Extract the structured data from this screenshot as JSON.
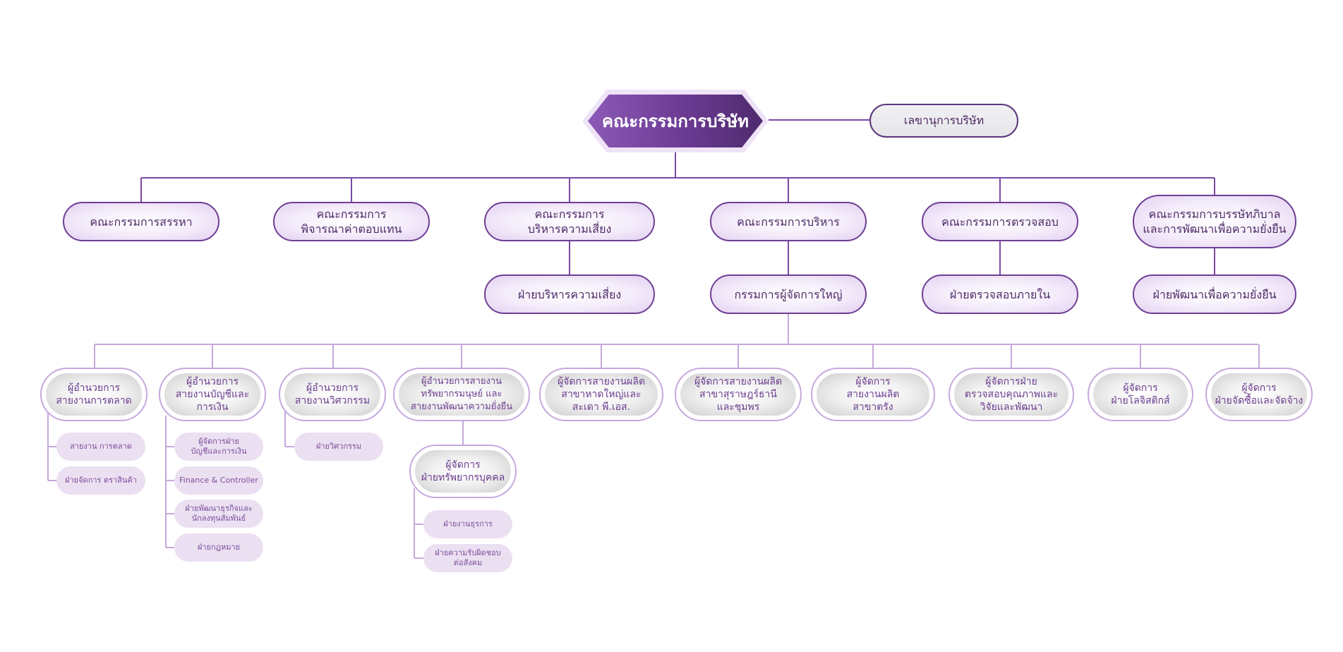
{
  "board": "คณะกรรมการบริษัท",
  "secretary": "เลขานุการบริษัท",
  "committees": [
    "คณะกรรมการสรรหา",
    "คณะกรรมการ\nพิจารณาค่าตอบแทน",
    "คณะกรรมการ\nบริหารความเสี่ยง",
    "คณะกรรมการบริหาร",
    "คณะกรรมการตรวจสอบ",
    "คณะกรรมการบรรษัทภิบาล\nและการพัฒนาเพื่อความยั่งยืน"
  ],
  "second_row": [
    "ฝ่ายบริหารความเสี่ยง",
    "กรรมการผู้จัดการใหญ่",
    "ฝ่ายตรวจสอบภายใน",
    "ฝ่ายพัฒนาเพื่อความยั่งยืน"
  ],
  "executives": [
    "ผู้อำนวยการ\nสายงานการตลาด",
    "ผู้อำนวยการ\nสายงานบัญชีและ\nการเงิน",
    "ผู้อำนวยการ\nสายงานวิศวกรรม",
    "ผู้อำนวยการสายงาน\nทรัพยากรมนุษย์ และ\nสายงานพัฒนาความยั่งยืน",
    "ผู้จัดการสายงานผลิต\nสาขาหาดใหญ่และ\nสะเดา พี.เอส.",
    "ผู้จัดการสายงานผลิต\nสาขาสุราษฎร์ธานี\nและชุมพร",
    "ผู้จัดการ\nสายงานผลิต\nสาขาตรัง",
    "ผู้จัดการฝ่าย\nตรวจสอบคุณภาพและ\nวิจัยและพัฒนา",
    "ผู้จัดการ\nฝ่ายโลจิสติกส์",
    "ผู้จัดการ\nฝ่ายจัดซื้อและจัดจ้าง"
  ],
  "hr_manager": "ผู้จัดการ\nฝ่ายทรัพยากรบุคคล",
  "marketing_units": [
    "สายงาน การตลาด",
    "ฝ่ายจัดการ ตราสินค้า"
  ],
  "finance_units": [
    "ผู้จัดการฝ่าย\nบัญชีและการเงิน",
    "Finance & Controller",
    "ฝ่ายพัฒนาธุรกิจและ\nนักลงทุนสัมพันธ์",
    "ฝ่ายกฎหมาย"
  ],
  "engineering_units": [
    "ฝ่ายวิศวกรรม"
  ],
  "hr_units": [
    "ฝ่ายงานธุรการ",
    "ฝ่ายความรับผิดชอบ\nต่อสังคม"
  ],
  "colors": {
    "primary": "#6b3b93",
    "line": "#7a4aa3",
    "light_line": "#c5a8dd",
    "sub_fill": "#ebe0f1"
  }
}
